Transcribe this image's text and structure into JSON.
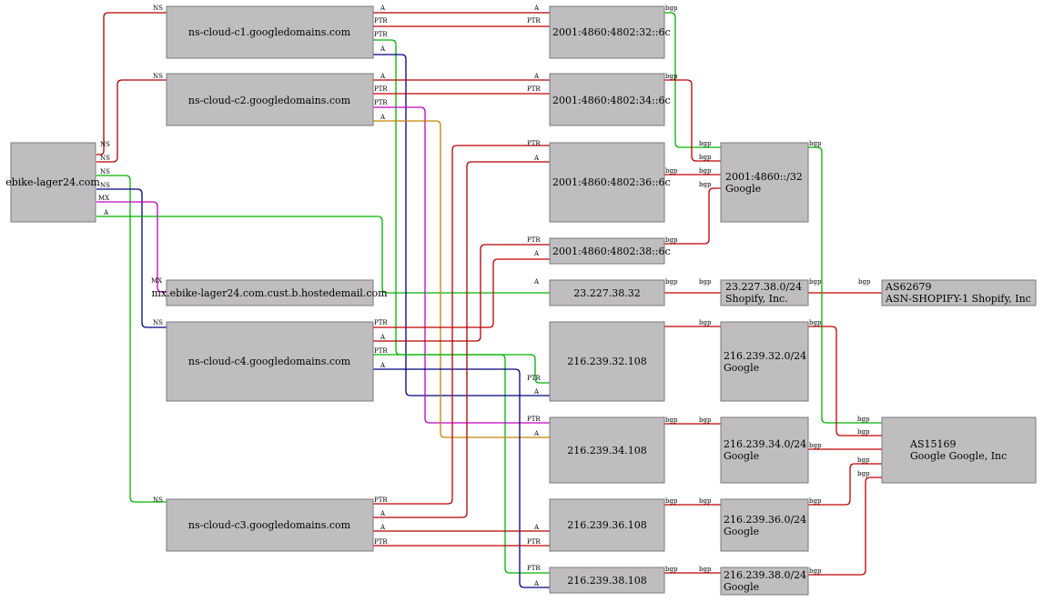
{
  "colors": {
    "ns": "#b40000",
    "ptr": "#c00000",
    "a": "#b40000",
    "bgp": "#c00000",
    "green": "#00b400",
    "blue": "#000080",
    "magenta": "#c000c0",
    "orange": "#c88200"
  },
  "nodes": {
    "ebike": {
      "label": "ebike-lager24.com"
    },
    "nsc1": {
      "label": "ns-cloud-c1.googledomains.com"
    },
    "nsc2": {
      "label": "ns-cloud-c2.googledomains.com"
    },
    "nsc4": {
      "label": "ns-cloud-c4.googledomains.com"
    },
    "nsc3": {
      "label": "ns-cloud-c3.googledomains.com"
    },
    "mx": {
      "label": "mx.ebike-lager24.com.cust.b.hostedemail.com"
    },
    "ip6_32": {
      "label": "2001:4860:4802:32::6c"
    },
    "ip6_34": {
      "label": "2001:4860:4802:34::6c"
    },
    "ip6_36": {
      "label": "2001:4860:4802:36::6c"
    },
    "ip6_38": {
      "label": "2001:4860:4802:38::6c"
    },
    "ip4_shop": {
      "label": "23.227.38.32"
    },
    "ip4_32": {
      "label": "216.239.32.108"
    },
    "ip4_34": {
      "label": "216.239.34.108"
    },
    "ip4_36": {
      "label": "216.239.36.108"
    },
    "ip4_38": {
      "label": "216.239.38.108"
    },
    "net6": {
      "line1": "2001:4860::/32",
      "line2": "Google"
    },
    "net_shop": {
      "line1": "23.227.38.0/24",
      "line2": "Shopify, Inc."
    },
    "net32": {
      "line1": "216.239.32.0/24",
      "line2": "Google"
    },
    "net34": {
      "line1": "216.239.34.0/24",
      "line2": "Google"
    },
    "net36": {
      "line1": "216.239.36.0/24",
      "line2": "Google"
    },
    "net38": {
      "line1": "216.239.38.0/24",
      "line2": "Google"
    },
    "as_shop": {
      "line1": "AS62679",
      "line2": "ASN-SHOPIFY-1 Shopify, Inc"
    },
    "as_google": {
      "line1": "AS15169",
      "line2": "Google Google, Inc"
    }
  },
  "edge_labels": {
    "ns": "NS",
    "mx": "MX",
    "a": "A",
    "ptr": "PTR",
    "bgp": "bgp"
  }
}
